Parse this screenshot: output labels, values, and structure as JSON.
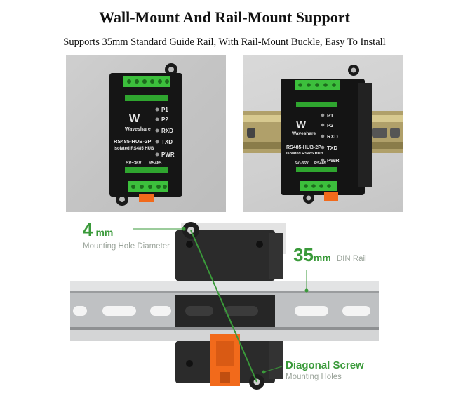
{
  "title": "Wall-Mount And Rail-Mount Support",
  "subtitle": "Supports 35mm Standard Guide Rail, With Rail-Mount Buckle, Easy To Install",
  "device": {
    "brand": "Waveshare",
    "model": "RS485-HUB-2P",
    "model_sub": "Isolated RS485 HUB",
    "leds": [
      "P1",
      "P2",
      "RXD",
      "TXD",
      "PWR"
    ],
    "power_label": "5V~36V",
    "bus_label": "RS485"
  },
  "callouts": {
    "hole_value": "4",
    "hole_unit": "mm",
    "hole_caption": "Mounting Hole Diameter",
    "rail_value": "35",
    "rail_unit": "mm",
    "rail_caption": "DIN Rail",
    "screw_title": "Diagonal Screw",
    "screw_caption": "Mounting Holes"
  },
  "colors": {
    "accent_green": "#3a9a3a",
    "caption_grey": "#9aa39a",
    "rail_clip": "#f26a1b"
  }
}
